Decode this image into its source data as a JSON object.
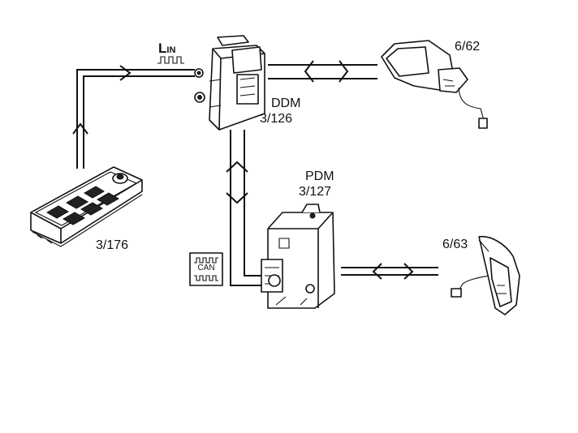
{
  "diagram": {
    "bus_lin": {
      "text_big": "L",
      "text_small": "IN"
    },
    "bus_can": {
      "text": "CAN"
    },
    "components": {
      "driver_switch": {
        "ref": "3/176"
      },
      "ddm": {
        "name": "DDM",
        "ref": "3/126"
      },
      "pdm": {
        "name": "PDM",
        "ref": "3/127"
      },
      "mirror_driver": {
        "ref": "6/62"
      },
      "mirror_passenger": {
        "ref": "6/63"
      }
    }
  }
}
